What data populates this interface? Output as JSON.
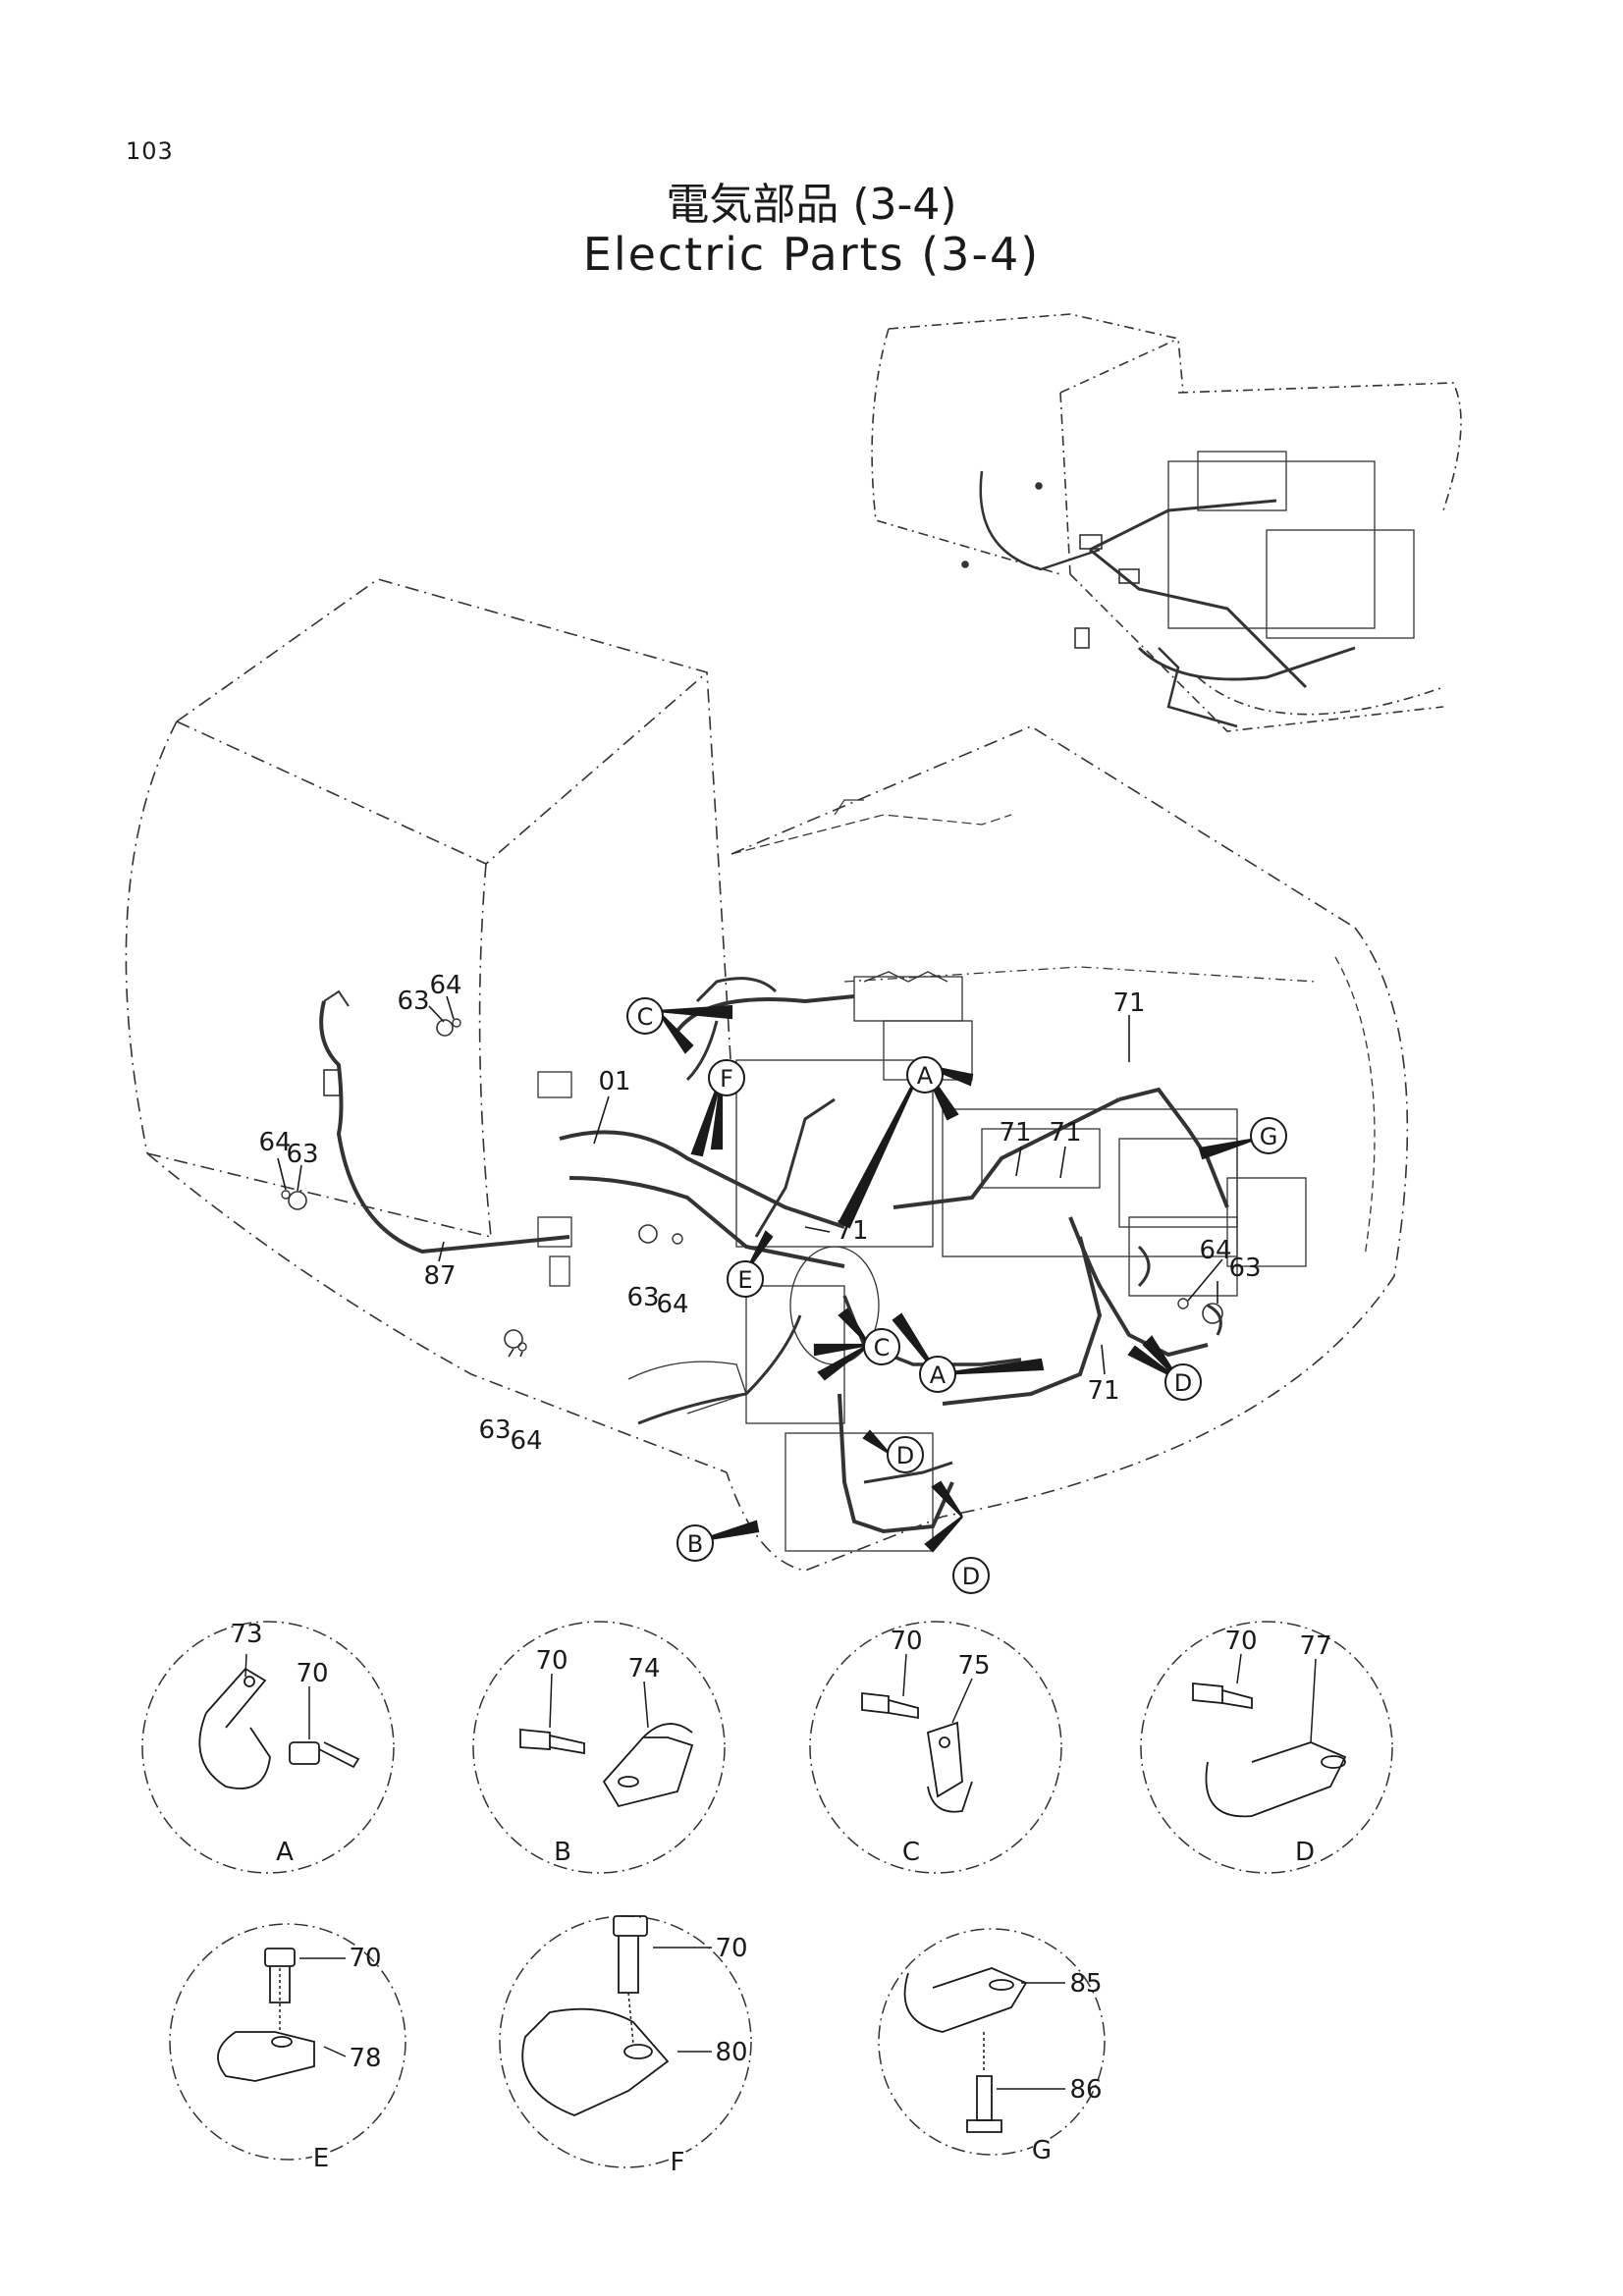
{
  "page_number": "103",
  "title_jp": "電気部品 (3-4)",
  "title_en": "Electric Parts (3-4)",
  "callouts": {
    "A": "A",
    "B": "B",
    "C": "C",
    "D": "D",
    "E": "E",
    "F": "F",
    "G": "G"
  },
  "part_numbers": {
    "p01": "01",
    "p63": "63",
    "p64": "64",
    "p70": "70",
    "p71": "71",
    "p73": "73",
    "p74": "74",
    "p75": "75",
    "p77": "77",
    "p78": "78",
    "p80": "80",
    "p85": "85",
    "p86": "86",
    "p87": "87"
  },
  "detail_labels": [
    "A",
    "B",
    "C",
    "D",
    "E",
    "F",
    "G"
  ]
}
